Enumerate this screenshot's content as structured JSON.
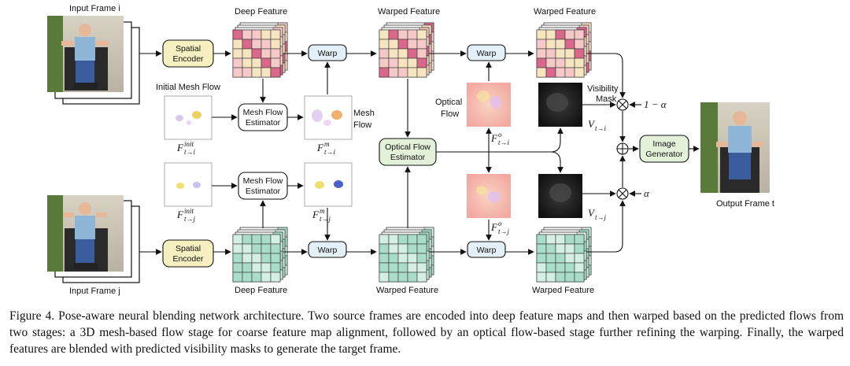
{
  "labels": {
    "input_frame_i": "Input Frame i",
    "input_frame_j": "Input Frame j",
    "output_frame": "Output Frame t",
    "deep_feature_top": "Deep Feature",
    "deep_feature_bottom": "Deep Feature",
    "warped_feature_top1": "Warped Feature",
    "warped_feature_top2": "Warped Feature",
    "warped_feature_bottom1": "Warped Feature",
    "warped_feature_bottom2": "Warped Feature",
    "initial_mesh_flow": "Initial Mesh Flow",
    "mesh_flow": "Mesh",
    "mesh_flow_2": "Flow",
    "optical_flow": "Optical",
    "optical_flow_2": "Flow",
    "visibility_mask": "Visibility",
    "visibility_mask_2": "Mask",
    "one_minus_alpha": "1 − α",
    "alpha": "α"
  },
  "boxes": {
    "spatial_encoder_1": "Spatial",
    "spatial_encoder_2": "Encoder",
    "mesh_flow_estimator_1": "Mesh Flow",
    "mesh_flow_estimator_2": "Estimator",
    "optical_flow_estimator_1": "Optical Flow",
    "optical_flow_estimator_2": "Estimator",
    "warp": "Warp",
    "image_generator_1": "Image",
    "image_generator_2": "Generator"
  },
  "math": {
    "f_init_i": "F",
    "f_init_i_sup": "init",
    "f_init_i_sub": "t→i",
    "f_init_j": "F",
    "f_init_j_sup": "init",
    "f_init_j_sub": "t→j",
    "f_m_i": "F",
    "f_m_i_sup": "m",
    "f_m_i_sub": "t→i",
    "f_m_j": "F",
    "f_m_j_sup": "m",
    "f_m_j_sub": "t→j",
    "f_o_i": "F",
    "f_o_i_sup": "o",
    "f_o_i_sub": "t→i",
    "f_o_j": "F",
    "f_o_j_sup": "o",
    "f_o_j_sub": "t→j",
    "v_i": "V",
    "v_i_sub": "t→i",
    "v_j": "V",
    "v_j_sub": "t→j"
  },
  "colors": {
    "box_yellow": "#f6efc0",
    "box_green": "#e4f1d9",
    "box_blue": "#e3f0f7",
    "feature_pink_dark": "#d9688a",
    "feature_pink_light": "#f6c9c9",
    "feature_cream": "#f7e5c2",
    "feature_teal": "#a9dcc9",
    "feature_teal_light": "#d4efe4"
  },
  "caption": "Figure 4. Pose-aware neural blending network architecture. Two source frames are encoded into deep feature maps and then warped based on the predicted flows from two stages: a 3D mesh-based flow stage for coarse feature map alignment, followed by an optical flow-based stage further refining the warping. Finally, the warped features are blended with predicted visibility masks to generate the target frame."
}
